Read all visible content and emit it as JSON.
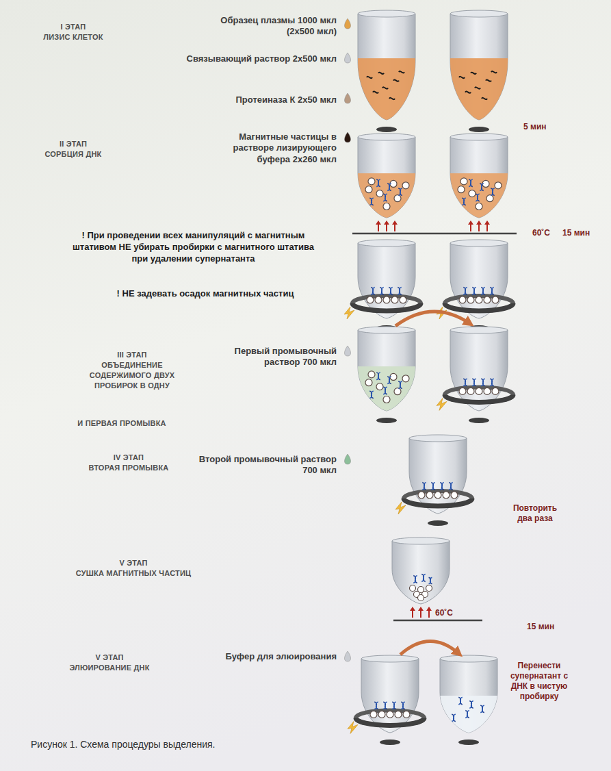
{
  "diagram": {
    "caption": "Рисунок 1. Схема процедуры выделения.",
    "labels": [
      "I ЭТАП",
      "ЛИЗИС КЛЕТОК",
      "Образец плазмы 1000 мкл (2х500 мкл)",
      "Связывающий раствор 2х500 мкл",
      "Протеиназа К 2х50 мкл",
      "5 мин",
      "II ЭТАП",
      "СОРБЦИЯ ДНК",
      "Магнитные частицы в растворе лизирующего буфера 2х260 мкл",
      "60˚C",
      "15 мин",
      "! При проведении всех манипуляций с магнитным штативом НЕ убирать пробирки с магнитного штатива при удалении супернатанта",
      "! НЕ задевать осадок магнитных частиц",
      "III ЭТАП",
      "ОБЪЕДИНЕНИЕ СОДЕРЖИМОГО ДВУХ ПРОБИРОК В ОДНУ",
      "И ПЕРВАЯ ПРОМЫВКА",
      "Первый промывочный раствор 700 мкл",
      "IV ЭТАП",
      "ВТОРАЯ ПРОМЫВКА",
      "Второй промывочный раствор 700 мкл",
      "Повторить два раза",
      "V ЭТАП",
      "СУШКА МАГНИТНЫХ ЧАСТИЦ",
      "60˚C",
      "15 мин",
      "V ЭТАП",
      "ЭЛЮИРОВАНИЕ ДНК",
      "Буфер для элюирования",
      "Перенести супернатант с ДНК в чистую пробирку"
    ]
  }
}
